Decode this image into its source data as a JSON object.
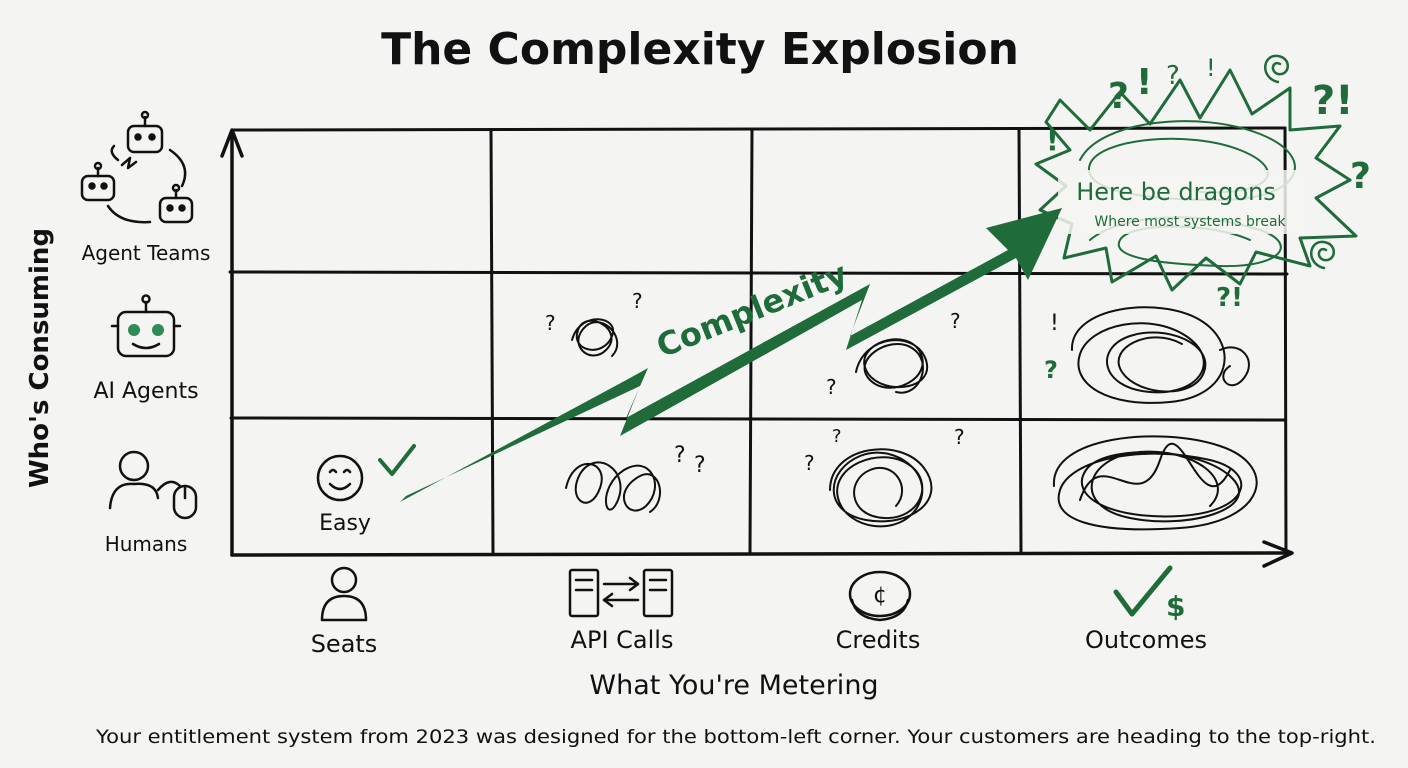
{
  "title": "The Complexity Explosion",
  "y_axis_label": "Who's Consuming",
  "x_axis_label": "What You're Metering",
  "rows": [
    {
      "label": "Agent Teams",
      "icon": "robot-team-icon"
    },
    {
      "label": "AI Agents",
      "icon": "robot-icon"
    },
    {
      "label": "Humans",
      "icon": "person-mouse-icon"
    }
  ],
  "columns": [
    {
      "label": "Seats",
      "icon": "person-icon"
    },
    {
      "label": "API Calls",
      "icon": "servers-exchange-icon"
    },
    {
      "label": "Credits",
      "icon": "coin-icon"
    },
    {
      "label": "Outcomes",
      "icon": "check-dollar-icon"
    }
  ],
  "easy_label": "Easy",
  "arrow_label": "Complexity",
  "dragons": {
    "title": "Here be dragons",
    "subtitle": "Where most systems break"
  },
  "caption": "Your entitlement system from 2023 was designed for the bottom-left corner. Your customers are heading to the top-right.",
  "colors": {
    "accent": "#1f6b3a",
    "ink": "#111111",
    "background": "#f4f4f2"
  }
}
